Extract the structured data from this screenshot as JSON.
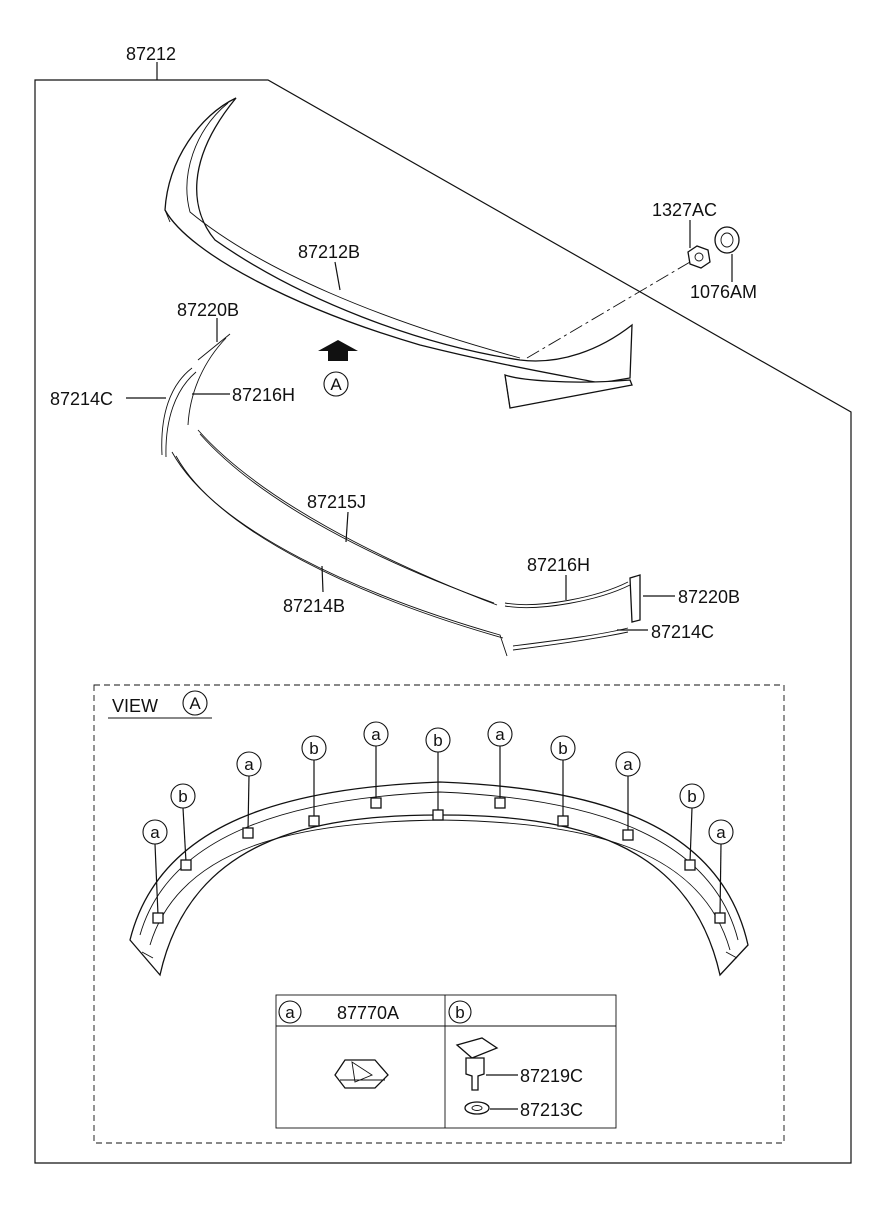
{
  "labels": {
    "assembly": "87212",
    "spoiler": "87212B",
    "nut": "1327AC",
    "grommet": "1076AM",
    "endcap_tl": "87220B",
    "tape_l": "87214C",
    "strip_l": "87216H",
    "strip_center": "87215J",
    "tape_center": "87214B",
    "strip_r": "87216H",
    "endcap_r": "87220B",
    "tape_r": "87214C"
  },
  "arrow_ref": "A",
  "view": {
    "title": "VIEW",
    "ref": "A",
    "callout_a": "a",
    "callout_b": "b"
  },
  "legend": {
    "a_key": "a",
    "a_part": "87770A",
    "b_key": "b",
    "b_part_1": "87219C",
    "b_part_2": "87213C"
  }
}
